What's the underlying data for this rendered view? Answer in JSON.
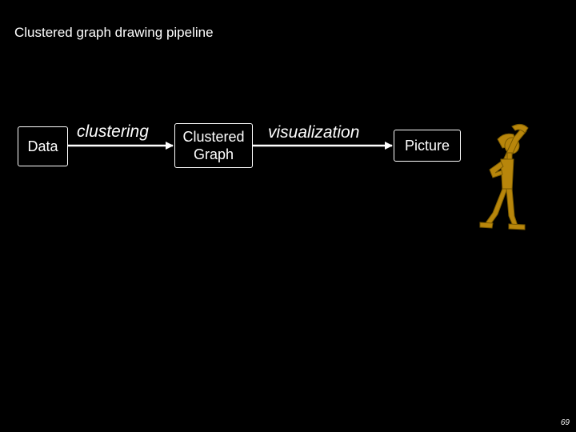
{
  "title": "Clustered graph drawing pipeline",
  "nodes": {
    "data": "Data",
    "clustered_graph_line1": "Clustered",
    "clustered_graph_line2": "Graph",
    "picture": "Picture"
  },
  "steps": {
    "clustering": "clustering",
    "visualization": "visualization"
  },
  "page_number": "69",
  "figure": {
    "icon": "thinking-stick-figure-icon",
    "color": "#b8860b"
  },
  "colors": {
    "background": "#000000",
    "foreground": "#ffffff"
  }
}
